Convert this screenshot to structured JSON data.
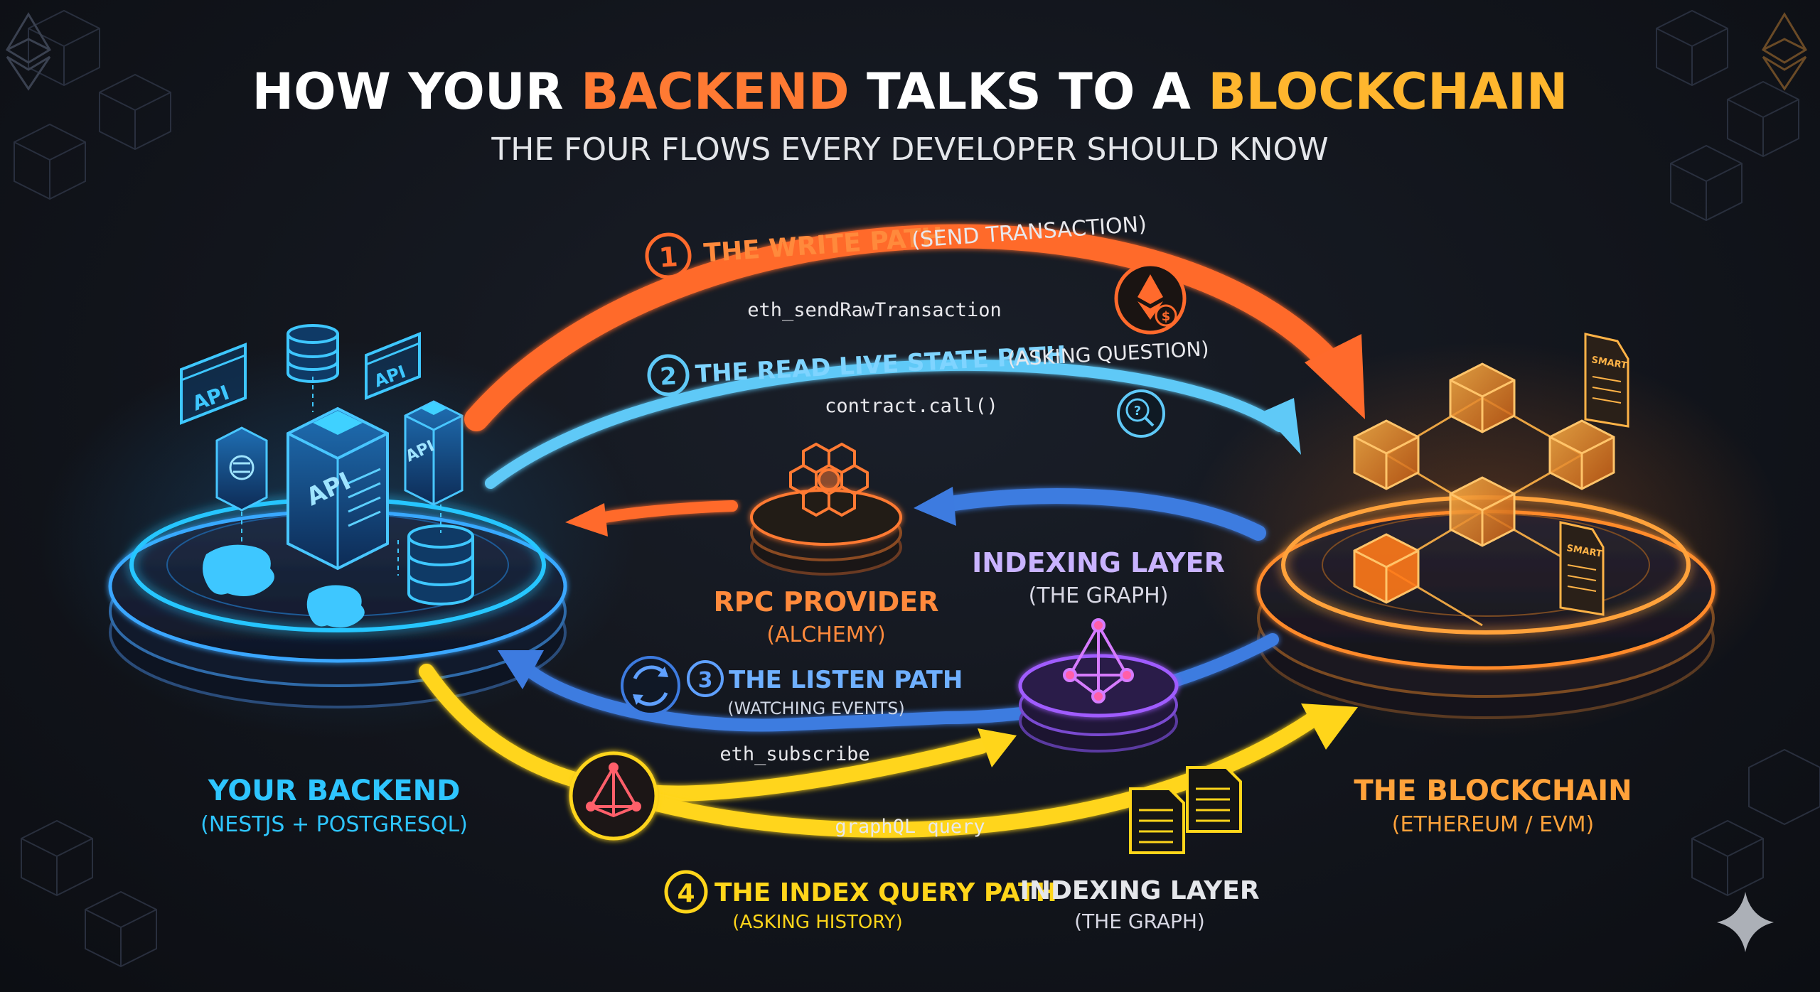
{
  "title": {
    "part1": "HOW YOUR ",
    "part2": "BACKEND",
    "part3": " TALKS TO A ",
    "part4": "BLOCKCHAIN",
    "subtitle": "THE FOUR FLOWS EVERY DEVELOPER SHOULD KNOW"
  },
  "flows": [
    {
      "number": "1",
      "title": "THE WRITE PATH",
      "note": "(SEND TRANSACTION)",
      "method": "eth_sendRawTransaction"
    },
    {
      "number": "2",
      "title": "THE READ LIVE STATE PATH",
      "note": "(ASKING QUESTION)",
      "method": "contract.call()"
    },
    {
      "number": "3",
      "title": "THE LISTEN PATH",
      "note": "(WATCHING EVENTS)",
      "method": "eth_subscribe"
    },
    {
      "number": "4",
      "title": "THE INDEX QUERY PATH",
      "note": "(ASKING HISTORY)",
      "method": "graphQL query"
    }
  ],
  "nodes": {
    "backend": {
      "title": "YOUR BACKEND",
      "subtitle": "(NESTJS + POSTGRESQL)",
      "api_label": "API"
    },
    "rpc": {
      "title": "RPC PROVIDER",
      "subtitle": "(ALCHEMY)"
    },
    "indexing_upper": {
      "title": "INDEXING LAYER",
      "subtitle": "(THE GRAPH)"
    },
    "indexing_lower": {
      "title": "INDEXING LAYER",
      "subtitle": "(THE GRAPH)"
    },
    "blockchain": {
      "title": "THE BLOCKCHAIN",
      "subtitle": "(ETHEREUM / EVM)",
      "contract_label": "SMART"
    }
  },
  "colors": {
    "write": "#ff6a2c",
    "read": "#4fc3f7",
    "listen": "#3d7be0",
    "index": "#ffd51a",
    "backend": "#27b8ff",
    "blockchain": "#ff9a2e",
    "indexer": "#a05cff"
  },
  "icons": [
    "ethereum-coin-icon",
    "search-question-icon",
    "refresh-icon",
    "graph-protocol-icon",
    "document-icon",
    "sparkle-icon"
  ]
}
